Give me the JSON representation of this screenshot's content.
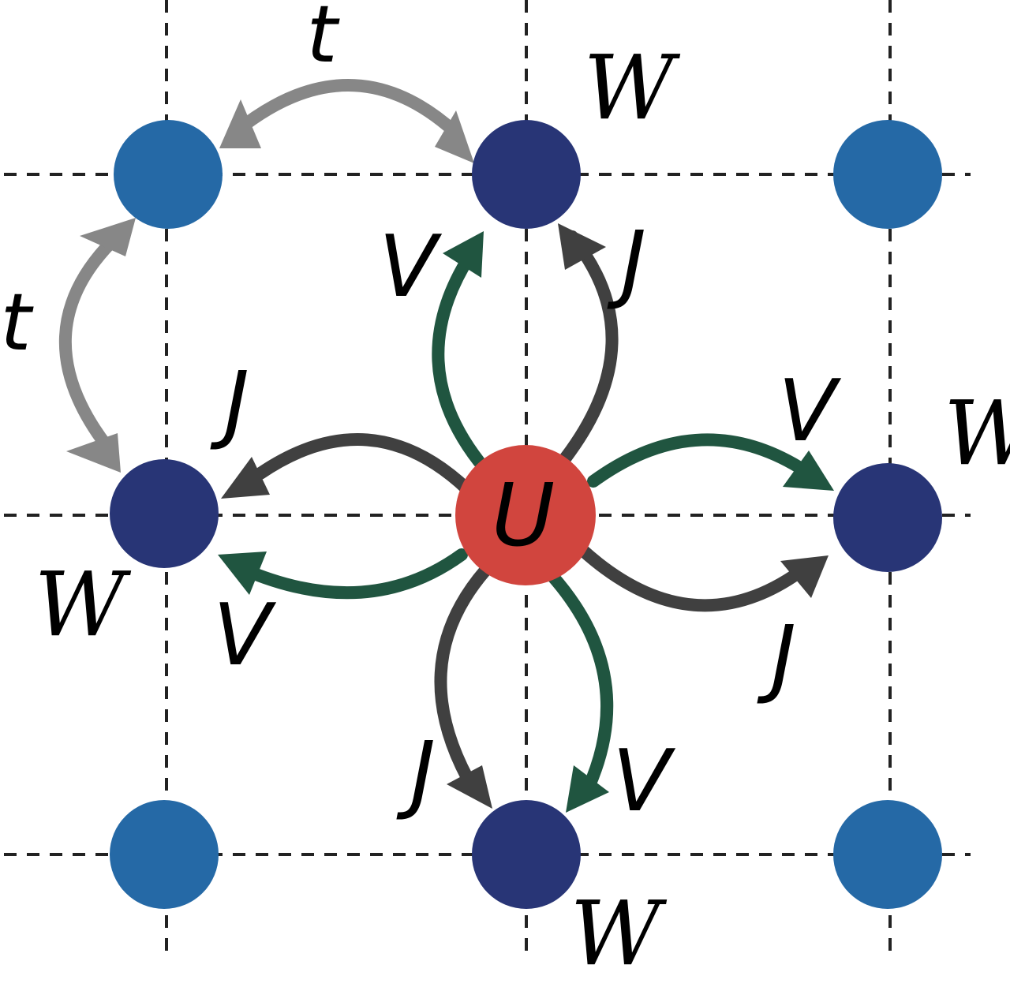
{
  "colors": {
    "background": "#ffffff",
    "grid_line": "#222222",
    "site_light": "#2569a6",
    "site_dark": "#283576",
    "site_center": "#d1453e",
    "hop_arrow": "#878787",
    "exchange_arrow": "#404040",
    "interaction_arrow": "#205540",
    "text": "#000000"
  },
  "labels": {
    "center": "U",
    "hop_top": "t",
    "hop_left": "t",
    "w_top": "W",
    "w_right": "W",
    "w_left": "W",
    "w_bottom": "W",
    "v_top": "V",
    "j_top": "J",
    "j_left": "J",
    "v_left": "V",
    "v_right": "V",
    "j_right": "J",
    "j_bottom": "J",
    "v_bottom": "V"
  }
}
